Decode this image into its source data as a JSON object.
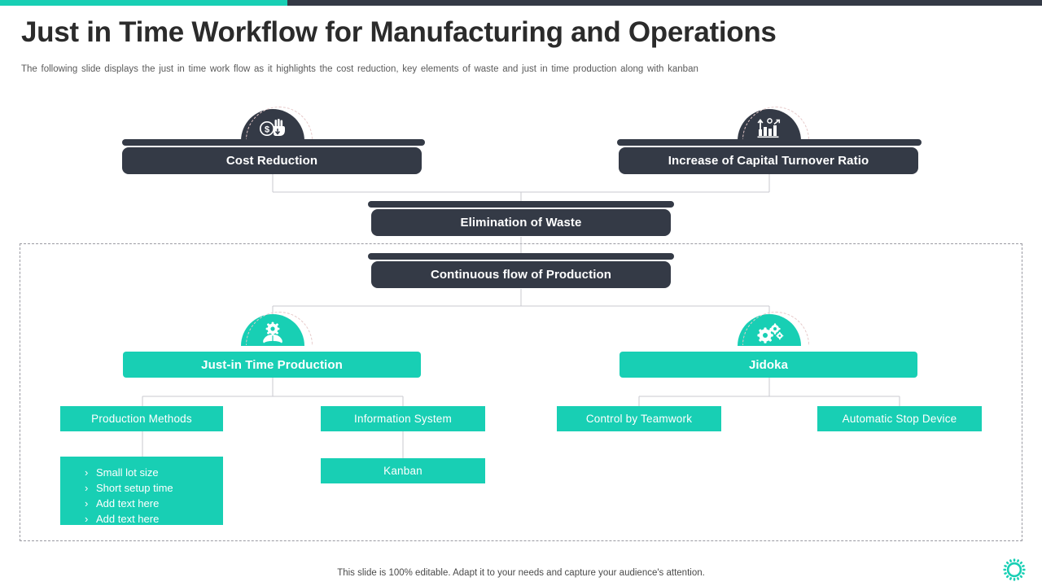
{
  "theme": {
    "accent_teal": "#18cfb4",
    "dark_navy": "#343a46",
    "text_dark": "#2b2b2b",
    "subtitle_gray": "#5a5a5a",
    "dashed_border": "#9a9aa2",
    "connector_line": "#c9c9cf"
  },
  "header": {
    "title": "Just in Time Workflow for Manufacturing and Operations",
    "subtitle": "The following slide displays the just in time work flow as it highlights the cost reduction, key elements of waste and just in time production along with kanban"
  },
  "diagram": {
    "nodes": {
      "cost_reduction": {
        "label": "Cost Reduction",
        "icon": "money-hand-icon",
        "style": "dark-pill"
      },
      "capital_turnover": {
        "label": "Increase of Capital Turnover Ratio",
        "icon": "bar-chart-growth-icon",
        "style": "dark-pill"
      },
      "elimination_of_waste": {
        "label": "Elimination of Waste",
        "style": "dark-pill"
      },
      "continuous_flow": {
        "label": "Continuous flow of Production",
        "style": "dark-pill"
      },
      "jit_production": {
        "label": "Just-in Time Production",
        "icon": "gear-hands-icon",
        "style": "teal-pill"
      },
      "jidoka": {
        "label": "Jidoka",
        "icon": "gears-icon",
        "style": "teal-pill"
      },
      "production_methods": {
        "label": "Production Methods",
        "style": "teal-box"
      },
      "information_system": {
        "label": "Information System",
        "style": "teal-box"
      },
      "kanban": {
        "label": "Kanban",
        "style": "teal-box"
      },
      "control_by_teamwork": {
        "label": "Control by Teamwork",
        "style": "teal-box"
      },
      "automatic_stop_device": {
        "label": "Automatic Stop Device",
        "style": "teal-box"
      }
    },
    "production_methods_bullets": [
      {
        "marker": "›",
        "text": "Small lot size"
      },
      {
        "marker": "›",
        "text": "Short setup time"
      },
      {
        "marker": "›",
        "text": "Add text here"
      },
      {
        "marker": "›",
        "text": "Add text here"
      }
    ]
  },
  "footer": {
    "note": "This slide is 100% editable. Adapt it to your needs and capture your audience's attention.",
    "logo_icon": "gear-logo-icon"
  }
}
